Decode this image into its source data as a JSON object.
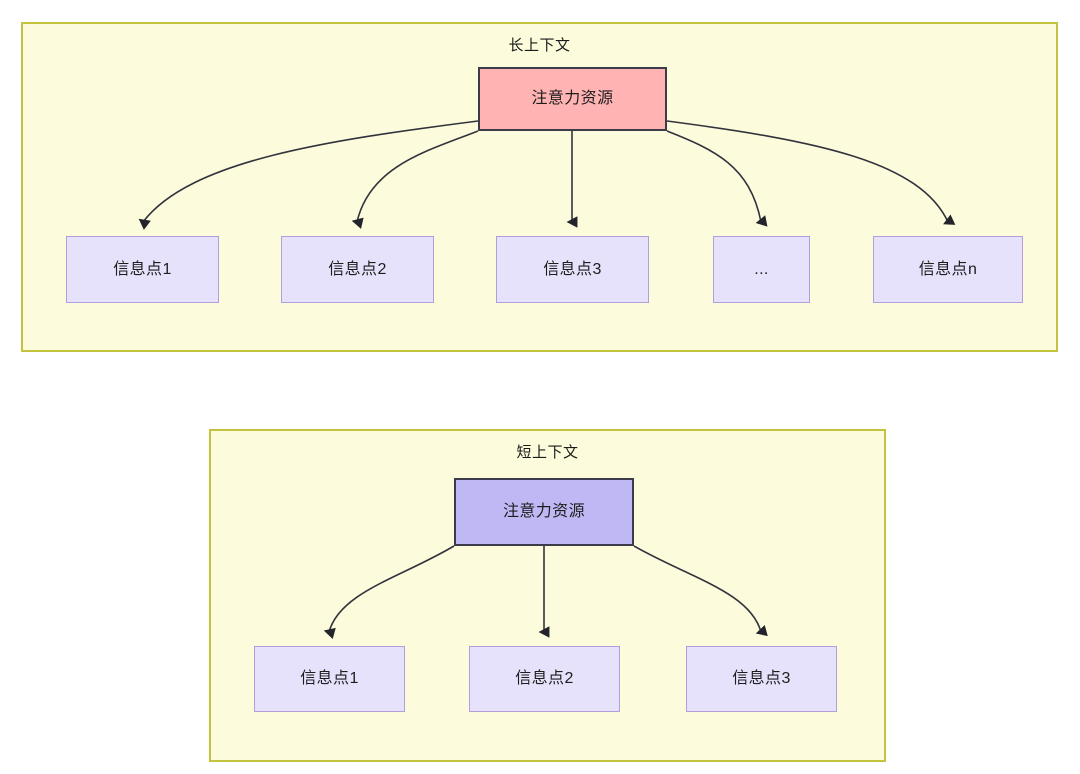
{
  "diagram": {
    "title_semantics": "attention-resource-allocation-long-vs-short-context",
    "colors": {
      "panel_fill": "#fcfcdc",
      "panel_border": "#c3c33d",
      "root_long_fill": "#ffb3b3",
      "root_short_fill": "#c0b8f5",
      "root_border": "#3b3b4a",
      "leaf_fill": "#e6e2fb",
      "leaf_border": "#b39ddb",
      "edge_stroke": "#33333d",
      "text": "#1d1d1d"
    }
  },
  "long_context": {
    "title": "长上下文",
    "root": {
      "label": "注意力资源"
    },
    "leaves": [
      {
        "label": "信息点1"
      },
      {
        "label": "信息点2"
      },
      {
        "label": "信息点3"
      },
      {
        "label": "..."
      },
      {
        "label": "信息点n"
      }
    ]
  },
  "short_context": {
    "title": "短上下文",
    "root": {
      "label": "注意力资源"
    },
    "leaves": [
      {
        "label": "信息点1"
      },
      {
        "label": "信息点2"
      },
      {
        "label": "信息点3"
      }
    ]
  }
}
